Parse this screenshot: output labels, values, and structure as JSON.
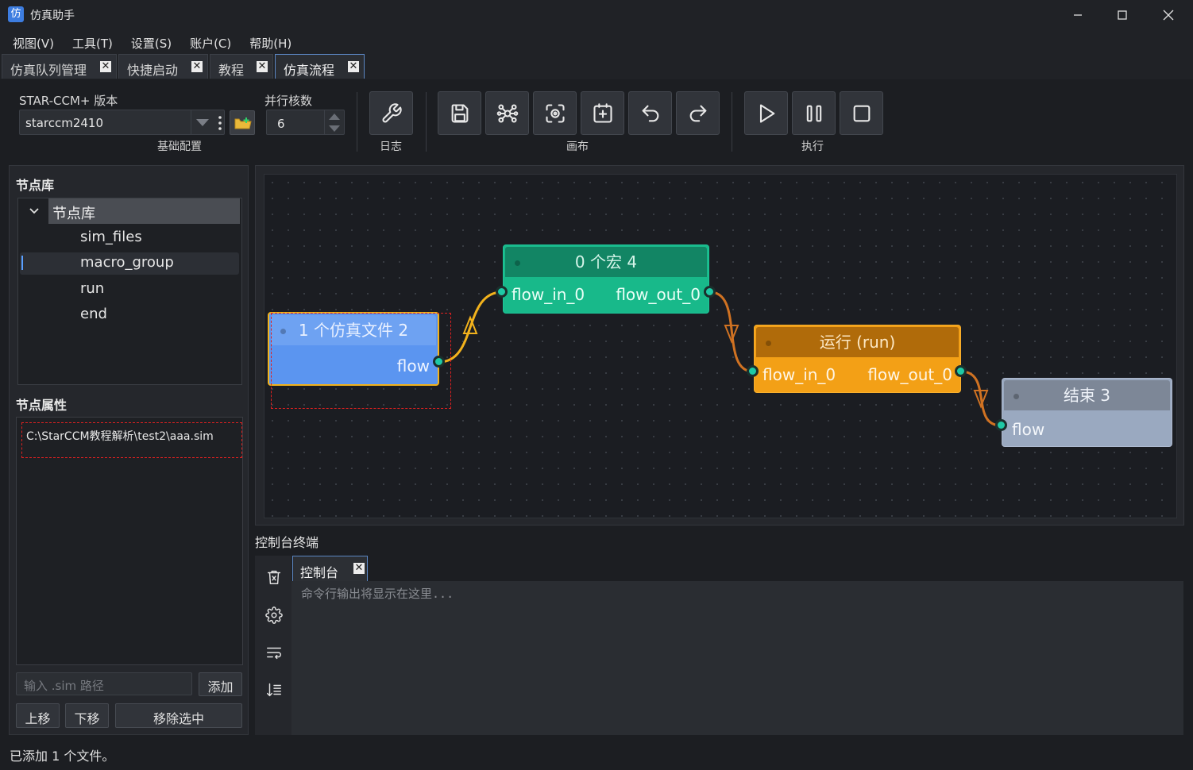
{
  "app": {
    "title": "仿真助手",
    "icon_glyph": "仿"
  },
  "menu": [
    "视图(V)",
    "工具(T)",
    "设置(S)",
    "账户(C)",
    "帮助(H)"
  ],
  "tabs": [
    {
      "label": "仿真队列管理",
      "close": "✕"
    },
    {
      "label": "快捷启动",
      "close": "✕"
    },
    {
      "label": "教程",
      "close": "✕"
    },
    {
      "label": "仿真流程",
      "close": "✕",
      "active": true
    }
  ],
  "toolbar": {
    "version_label": "STAR-CCM+ 版本",
    "version_value": "starccm2410",
    "cores_label": "并行核数",
    "cores_value": "6",
    "group_basic": "基础配置",
    "group_log": "日志",
    "group_canvas": "画布",
    "group_run": "执行"
  },
  "left": {
    "library_title": "节点库",
    "tree_root": "节点库",
    "tree_items": [
      "sim_files",
      "macro_group",
      "run",
      "end"
    ],
    "props_title": "节点属性",
    "props_path": "C:\\StarCCM教程解析\\test2\\aaa.sim",
    "input_placeholder": "输入 .sim 路径",
    "add_label": "添加",
    "up_label": "上移",
    "down_label": "下移",
    "remove_label": "移除选中"
  },
  "nodes": {
    "sim_files": {
      "title": "1 个仿真文件 2",
      "out": "flow"
    },
    "macro": {
      "title": "0 个宏 4",
      "in": "flow_in_0",
      "out": "flow_out_0"
    },
    "run": {
      "title": "运行 (run)",
      "in": "flow_in_0",
      "out": "flow_out_0"
    },
    "end": {
      "title": "结束 3",
      "in": "flow"
    }
  },
  "colors": {
    "sim": "#5b95f0",
    "macro": "#18b98a",
    "run": "#f3a016",
    "end": "#9aa9c0",
    "port": "#1fc9a5"
  },
  "console": {
    "title": "控制台终端",
    "tab": "控制台",
    "tab_close": "✕",
    "placeholder": "命令行输出将显示在这里..."
  },
  "status": "已添加 1 个文件。"
}
